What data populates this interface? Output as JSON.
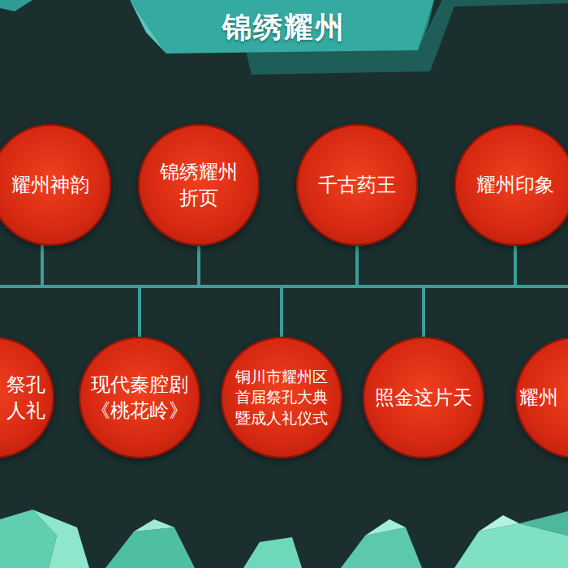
{
  "diagram": {
    "title": "锦绣耀州",
    "nodes": [
      {
        "text": [
          "耀州神韵"
        ]
      },
      {
        "text": [
          "锦绣耀州 折页"
        ]
      },
      {
        "text": [
          "千古药王"
        ]
      },
      {
        "text": [
          "耀州印象"
        ]
      },
      {
        "text": [
          "祭孔 人礼"
        ]
      },
      {
        "text": [
          "现代秦腔剧 《桃花岭》"
        ]
      },
      {
        "text": [
          "铜川市耀州区 首届祭孔大典 暨成人礼仪式"
        ]
      },
      {
        "text": [
          "照金这片天"
        ]
      },
      {
        "text": [
          "耀州"
        ]
      }
    ]
  }
}
